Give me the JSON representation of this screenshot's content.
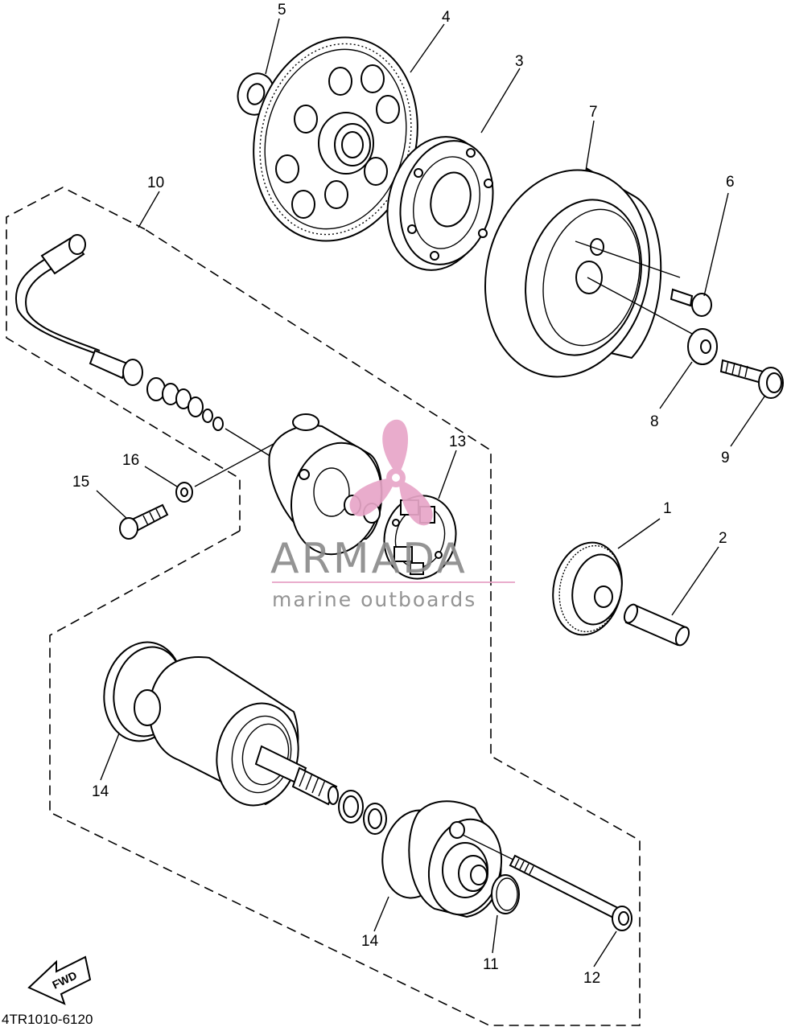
{
  "diagram": {
    "part_code": "4TR1010-6120",
    "direction_label": "FWD",
    "callouts": [
      {
        "id": "c1",
        "text": "1"
      },
      {
        "id": "c2",
        "text": "2"
      },
      {
        "id": "c3",
        "text": "3"
      },
      {
        "id": "c4",
        "text": "4"
      },
      {
        "id": "c5",
        "text": "5"
      },
      {
        "id": "c6",
        "text": "6"
      },
      {
        "id": "c7",
        "text": "7"
      },
      {
        "id": "c8",
        "text": "8"
      },
      {
        "id": "c9",
        "text": "9"
      },
      {
        "id": "c10",
        "text": "10"
      },
      {
        "id": "c11",
        "text": "11"
      },
      {
        "id": "c12",
        "text": "12"
      },
      {
        "id": "c13",
        "text": "13"
      },
      {
        "id": "c14a",
        "text": "14"
      },
      {
        "id": "c14b",
        "text": "14"
      },
      {
        "id": "c15",
        "text": "15"
      },
      {
        "id": "c16",
        "text": "16"
      }
    ]
  },
  "watermark": {
    "brand": "ARMADA",
    "tagline": "marine outboards",
    "accent_color": "#e8a6c8",
    "text_color": "#8b8b8b"
  }
}
